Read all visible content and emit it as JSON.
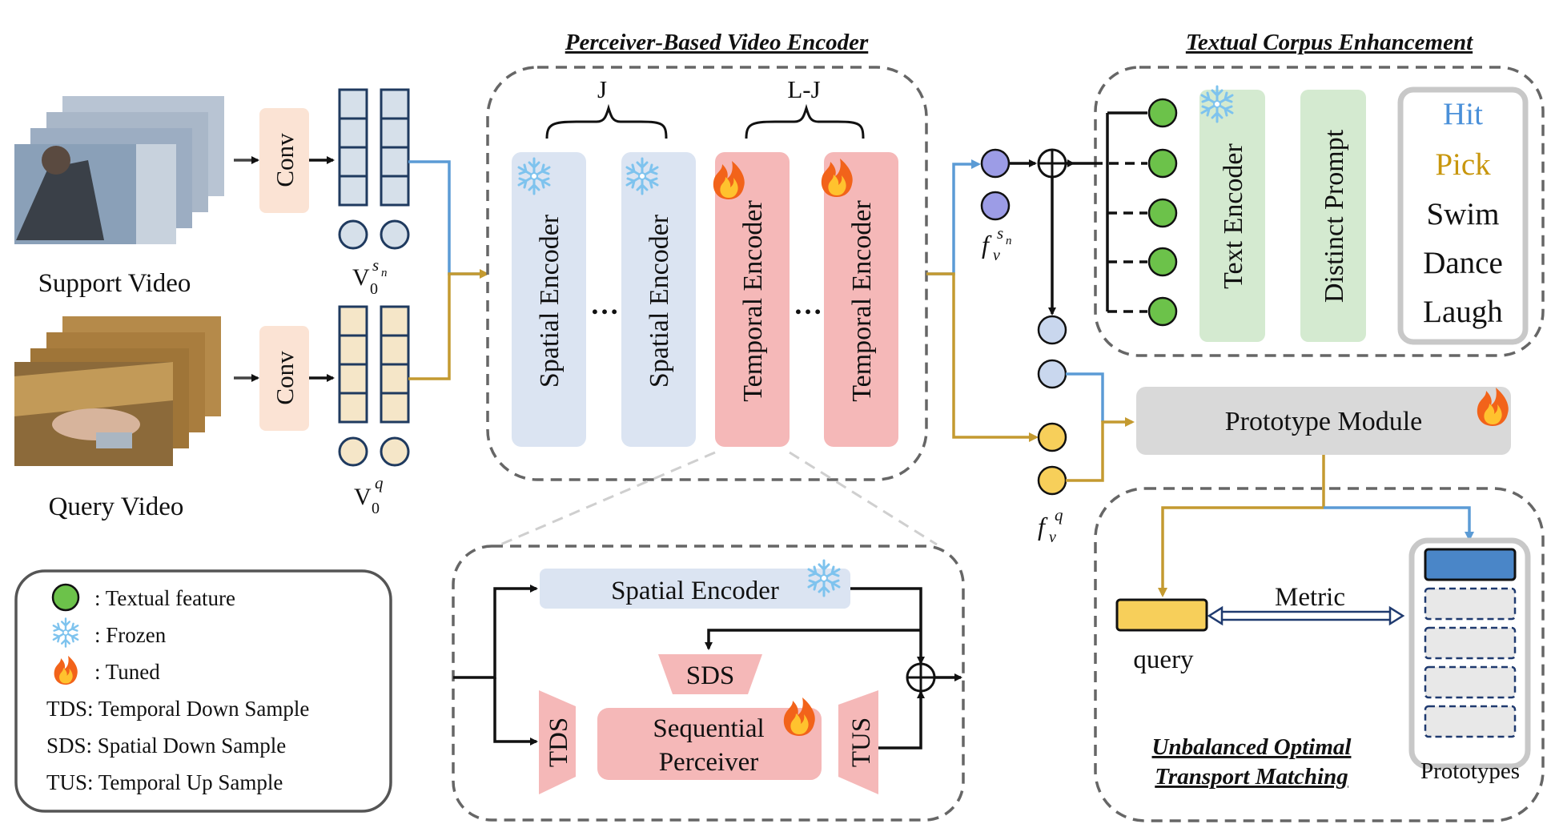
{
  "titles": {
    "video_encoder": "Perceiver-Based Video Encoder",
    "corpus": "Textual  Corpus Enhancement",
    "uot": [
      "Unbalanced Optimal",
      "Transport Matching"
    ]
  },
  "inputs": {
    "support_label": "Support Video",
    "query_label": "Query Video",
    "conv": "Conv",
    "v0_base": "V",
    "v0_sub": "0",
    "support_sup": "s",
    "support_sup_sub": "n",
    "query_sup": "q"
  },
  "encoder": {
    "brace_left": "J",
    "brace_right": "L-J",
    "spatial": "Spatial Encoder",
    "temporal": "Temporal Encoder",
    "dots": "…"
  },
  "detail": {
    "spatial": "Spatial Encoder",
    "sds": "SDS",
    "tds": "TDS",
    "tus": "TUS",
    "perceiver_line1": "Sequential",
    "perceiver_line2": "Perceiver"
  },
  "corpus": {
    "text_encoder": "Text Encoder",
    "distinct_prompt": "Distinct Prompt",
    "words": [
      "Hit",
      "Pick",
      "Swim",
      "Dance",
      "Laugh"
    ],
    "word_colors": [
      "#4a90d9",
      "#c8960c",
      "#111111",
      "#111111",
      "#111111"
    ]
  },
  "features": {
    "f_base": "f",
    "f_sub": "v",
    "support_sup": "s",
    "support_sup_sub": "n",
    "query_sup": "q"
  },
  "prototype": {
    "module": "Prototype Module",
    "metric": "Metric",
    "query": "query",
    "prototypes": "Prototypes"
  },
  "legend": {
    "items": [
      {
        "icon": "green-circle",
        "text": ": Textual feature"
      },
      {
        "icon": "snowflake",
        "text": ": Frozen"
      },
      {
        "icon": "fire",
        "text": ": Tuned"
      },
      {
        "icon": "none",
        "text": "TDS: Temporal Down Sample"
      },
      {
        "icon": "none",
        "text": "SDS: Spatial Down Sample"
      },
      {
        "icon": "none",
        "text": "TUS: Temporal Up Sample"
      }
    ]
  },
  "colors": {
    "blue_line": "#5b9bd5",
    "gold_line": "#c49a30",
    "spatial_fill": "#dbe4f2",
    "temporal_fill": "#f5b8b8",
    "green_fill": "#d4ead0",
    "green_dot": "#6cc24a",
    "support_cell": "#d6e0ea",
    "query_cell": "#f5e6c8",
    "conv_fill": "#fbe3d4",
    "gray_box": "#d9d9d9",
    "proto_blue": "#4a86c8",
    "query_yellow": "#f7cf5a"
  }
}
